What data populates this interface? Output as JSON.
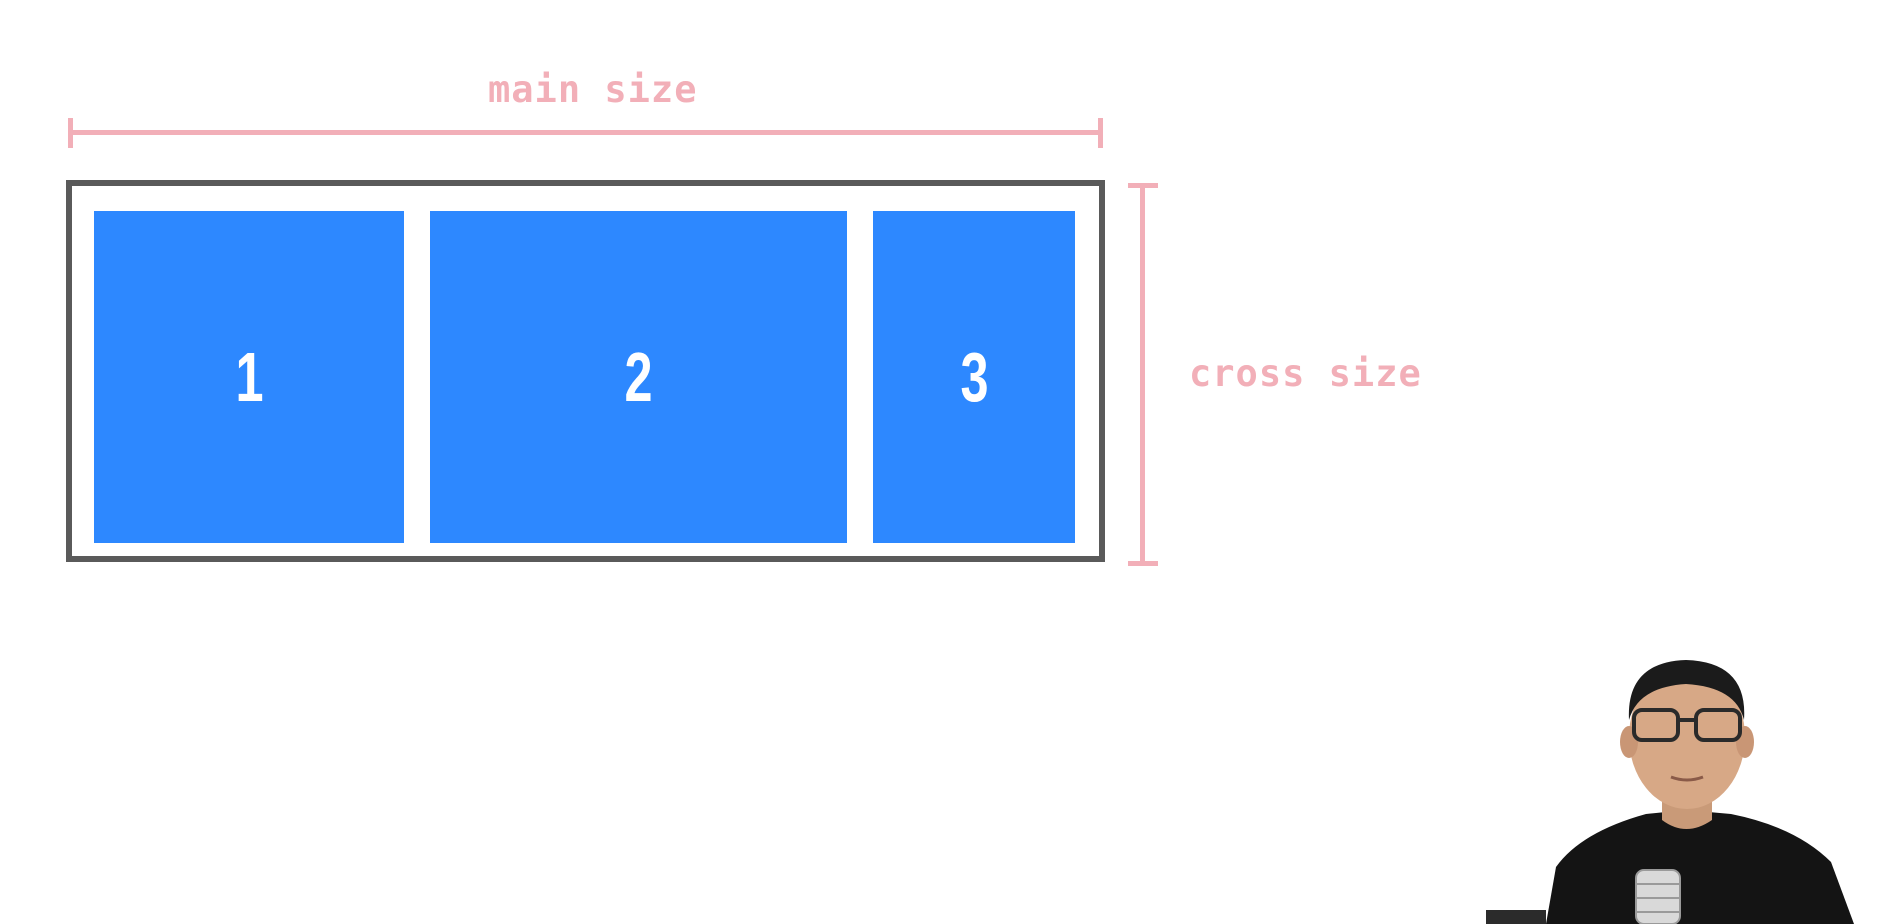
{
  "labels": {
    "main": "main size",
    "cross": "cross size"
  },
  "items": [
    {
      "label": "1"
    },
    {
      "label": "2"
    },
    {
      "label": "3"
    }
  ],
  "colors": {
    "annotation": "#f2afb8",
    "item": "#2d88ff",
    "container_border": "#5a5a5a",
    "background": "#ffffff"
  }
}
